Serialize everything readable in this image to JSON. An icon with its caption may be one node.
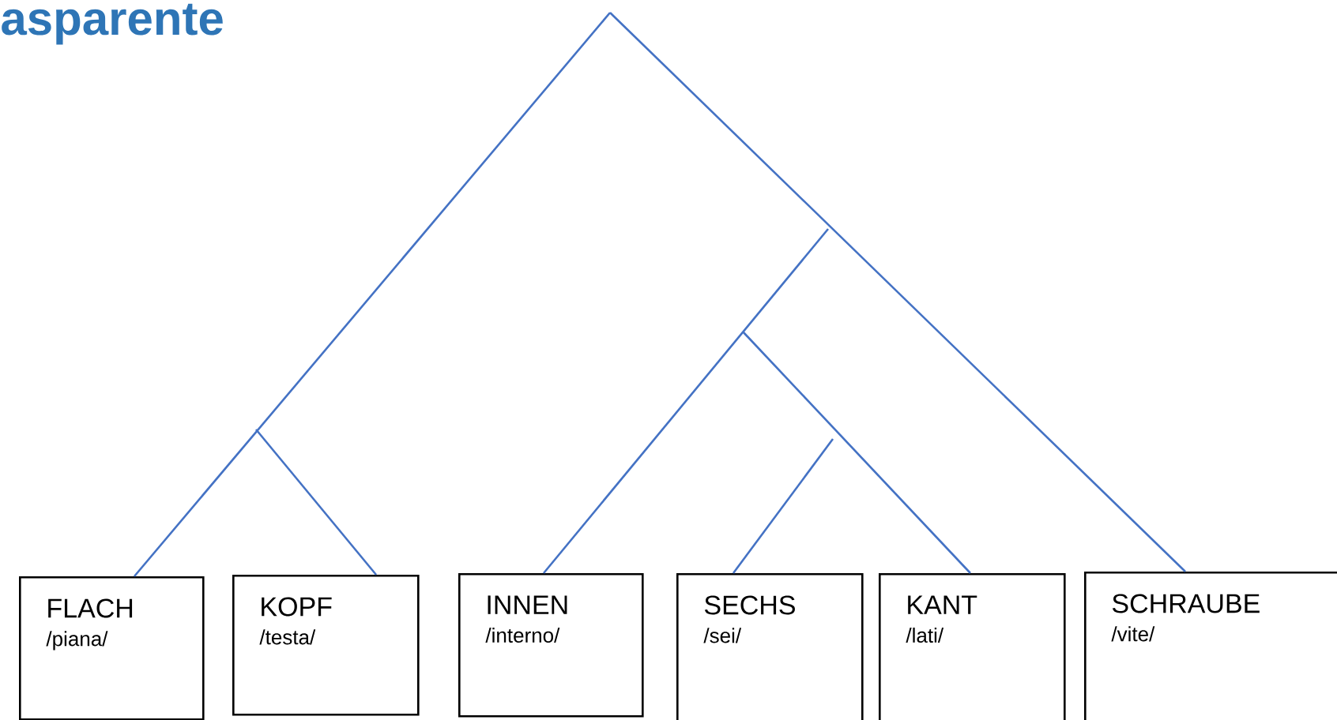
{
  "diagram": {
    "title": "asparente",
    "nodes": [
      {
        "text": [
          "FLACH",
          "/piana/"
        ]
      },
      {
        "text": [
          "KOPF",
          "/testa/"
        ]
      },
      {
        "text": [
          "INNEN",
          "/interno/"
        ]
      },
      {
        "text": [
          "SECHS",
          "/sei/"
        ]
      },
      {
        "text": [
          "KANT",
          "/lati/"
        ]
      },
      {
        "text": [
          "SCHRAUBE",
          "/vite/"
        ]
      }
    ],
    "edges": [
      {
        "from": null,
        "to": 0,
        "arrow": "none"
      },
      {
        "from": null,
        "to": 1,
        "arrow": "none"
      },
      {
        "from": null,
        "to": 2,
        "arrow": "none"
      },
      {
        "from": null,
        "to": 3,
        "arrow": "none"
      },
      {
        "from": null,
        "to": 4,
        "arrow": "none"
      },
      {
        "from": null,
        "to": 5,
        "arrow": "none"
      }
    ]
  }
}
